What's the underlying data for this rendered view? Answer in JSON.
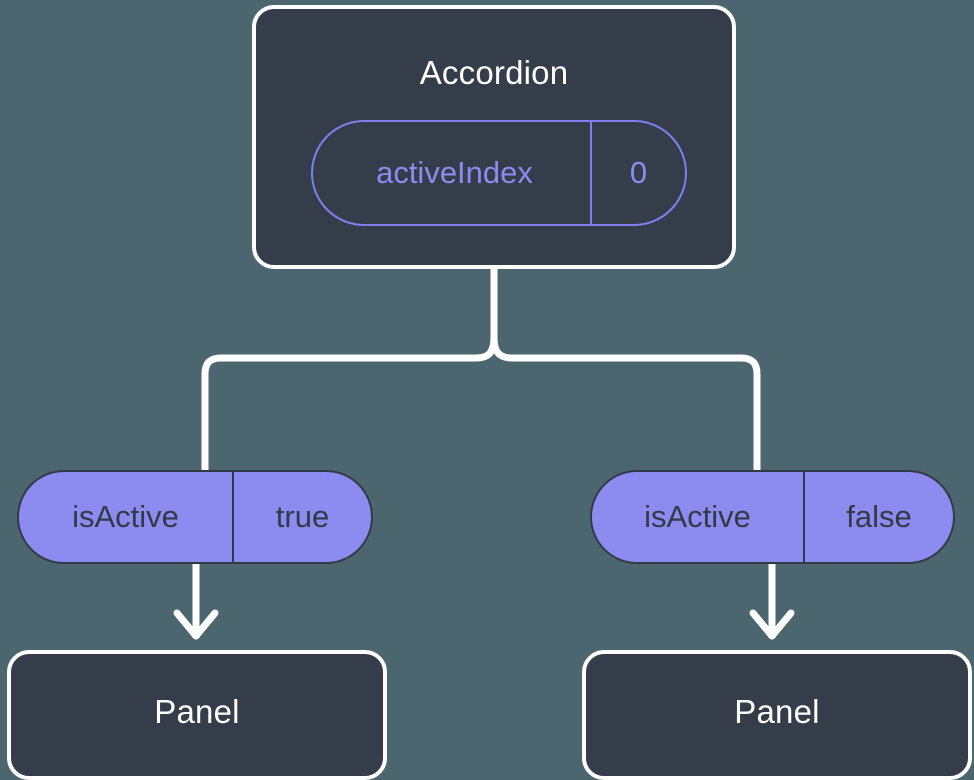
{
  "diagram": {
    "background_color": "#4c6670",
    "node_fill_color": "#353c4a",
    "node_border_color": "#ffffff",
    "prop_accent_color": "#8b8bf0",
    "prop_outline_color": "#7f7ff0",
    "prop_text_dark_color": "#333a47",
    "connector_color": "#ffffff"
  },
  "root": {
    "title": "Accordion",
    "prop": {
      "key": "activeIndex",
      "value": "0"
    }
  },
  "branches": [
    {
      "prop": {
        "key": "isActive",
        "value": "true"
      },
      "panel": {
        "title": "Panel"
      }
    },
    {
      "prop": {
        "key": "isActive",
        "value": "false"
      },
      "panel": {
        "title": "Panel"
      }
    }
  ]
}
